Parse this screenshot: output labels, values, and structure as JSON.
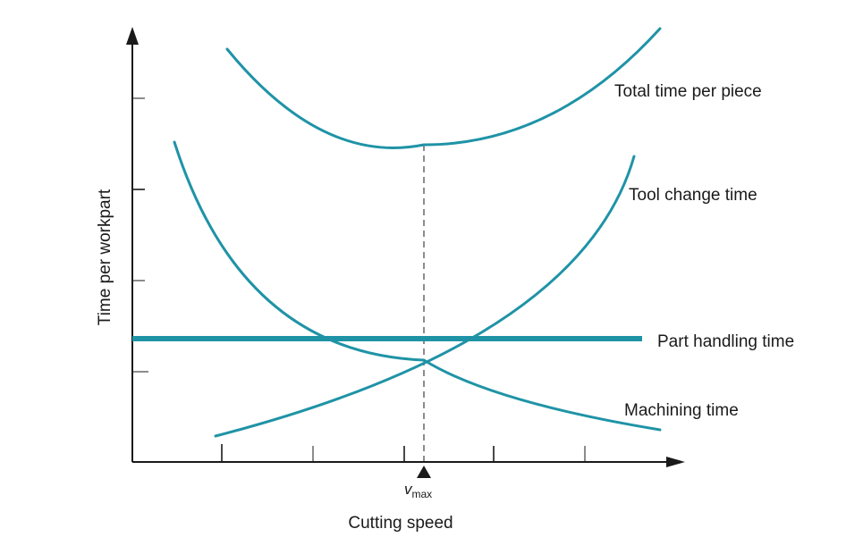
{
  "diagram": {
    "y_axis_label": "Time per workpart",
    "x_axis_label": "Cutting speed",
    "optimum_label_main": "v",
    "optimum_label_sub": "max",
    "curves": {
      "total": "Total time per piece",
      "tool_change": "Tool change time",
      "part_handling": "Part handling time",
      "machining": "Machining time"
    },
    "curve_color": "#1f93a6",
    "axis_color": "#1a1a1a"
  }
}
